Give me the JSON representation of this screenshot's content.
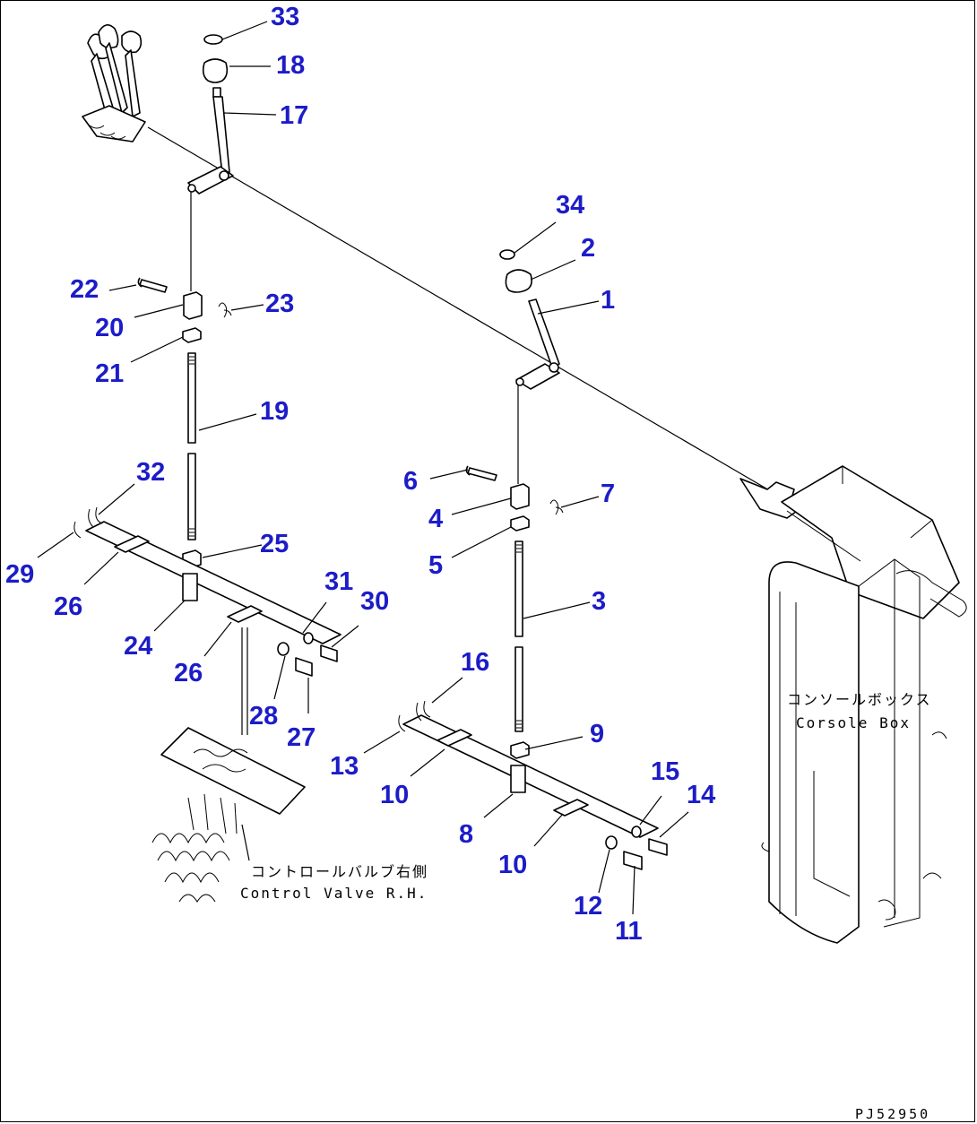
{
  "drawing_code": "PJ52950",
  "labels": {
    "control_valve_jp": "コントロールバルブ右側",
    "control_valve_en": "Control Valve R.H.",
    "console_box_jp": "コンソールボックス",
    "console_box_en": "Corsole Box"
  },
  "callouts": [
    {
      "id": "c33",
      "text": "33"
    },
    {
      "id": "c18",
      "text": "18"
    },
    {
      "id": "c17",
      "text": "17"
    },
    {
      "id": "c34",
      "text": "34"
    },
    {
      "id": "c2",
      "text": "2"
    },
    {
      "id": "c1",
      "text": "1"
    },
    {
      "id": "c22",
      "text": "22"
    },
    {
      "id": "c20",
      "text": "20"
    },
    {
      "id": "c23",
      "text": "23"
    },
    {
      "id": "c21",
      "text": "21"
    },
    {
      "id": "c19",
      "text": "19"
    },
    {
      "id": "c32",
      "text": "32"
    },
    {
      "id": "c6",
      "text": "6"
    },
    {
      "id": "c4",
      "text": "4"
    },
    {
      "id": "c7",
      "text": "7"
    },
    {
      "id": "c25",
      "text": "25"
    },
    {
      "id": "c5",
      "text": "5"
    },
    {
      "id": "c29",
      "text": "29"
    },
    {
      "id": "c26a",
      "text": "26"
    },
    {
      "id": "c31",
      "text": "31"
    },
    {
      "id": "c30",
      "text": "30"
    },
    {
      "id": "c3",
      "text": "3"
    },
    {
      "id": "c24",
      "text": "24"
    },
    {
      "id": "c26b",
      "text": "26"
    },
    {
      "id": "c16",
      "text": "16"
    },
    {
      "id": "c28",
      "text": "28"
    },
    {
      "id": "c27",
      "text": "27"
    },
    {
      "id": "c9",
      "text": "9"
    },
    {
      "id": "c13",
      "text": "13"
    },
    {
      "id": "c10a",
      "text": "10"
    },
    {
      "id": "c15",
      "text": "15"
    },
    {
      "id": "c14",
      "text": "14"
    },
    {
      "id": "c8",
      "text": "8"
    },
    {
      "id": "c10b",
      "text": "10"
    },
    {
      "id": "c12",
      "text": "12"
    },
    {
      "id": "c11",
      "text": "11"
    }
  ]
}
